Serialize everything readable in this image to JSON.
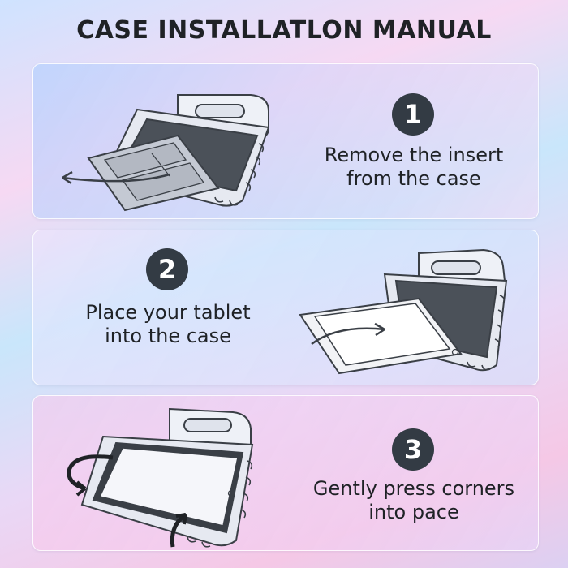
{
  "title": "CASE INSTALLATLON MANUAL",
  "colors": {
    "badge": "#333b44",
    "text": "#1f2226",
    "case_outline": "#3a3f46",
    "screen": "#4b5159"
  },
  "steps": [
    {
      "number": "1",
      "line1": "Remove the insert",
      "line2": "from the case"
    },
    {
      "number": "2",
      "line1": "Place your tablet",
      "line2": "into the case"
    },
    {
      "number": "3",
      "line1": "Gently press corners",
      "line2": "into pace"
    }
  ]
}
